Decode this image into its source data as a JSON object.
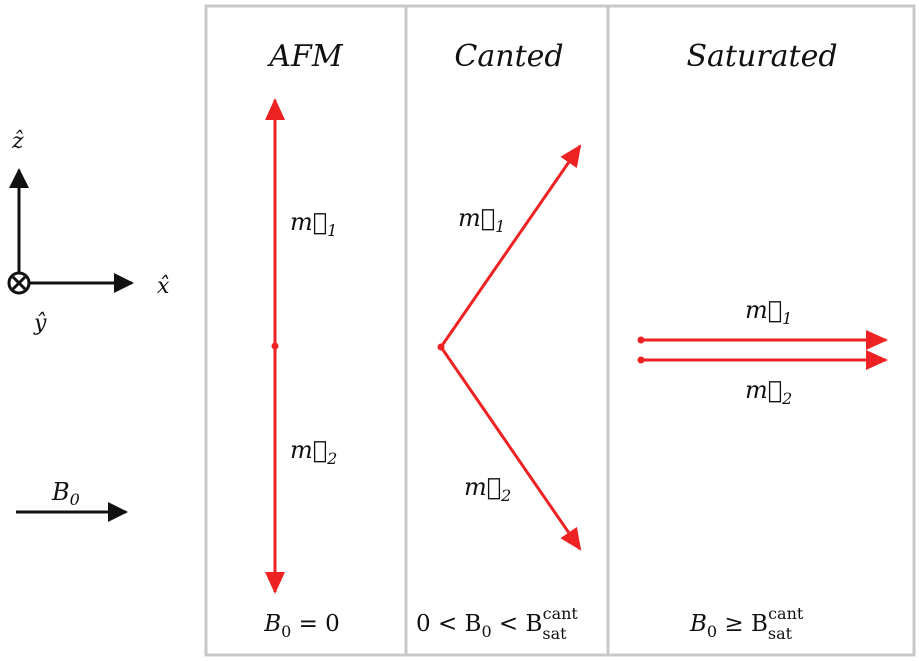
{
  "axes": {
    "z_label": "ẑ",
    "x_label": "x̂",
    "y_label": "ŷ",
    "field_label": "B",
    "field_sub": "0"
  },
  "panels": [
    {
      "title": "AFM",
      "m1": "m⃗",
      "m1_sub": "1",
      "m2": "m⃗",
      "m2_sub": "2",
      "condition": {
        "a": "B",
        "a_sub": "0",
        "b": " = 0"
      }
    },
    {
      "title": "Canted",
      "m1": "m⃗",
      "m1_sub": "1",
      "m2": "m⃗",
      "m2_sub": "2",
      "condition": {
        "pre": "0 < B",
        "pre_sub": "0",
        "mid": " < B",
        "sub": "sat",
        "sup": "cant"
      }
    },
    {
      "title": "Saturated",
      "m1": "m⃗",
      "m1_sub": "1",
      "m2": "m⃗",
      "m2_sub": "2",
      "condition": {
        "pre": "B",
        "pre_sub": "0",
        "mid": " ≥ B",
        "sub": "sat",
        "sup": "cant"
      }
    }
  ],
  "colors": {
    "arrow": "#ee2222",
    "axis": "#111111",
    "frame": "#c8c8c8"
  }
}
